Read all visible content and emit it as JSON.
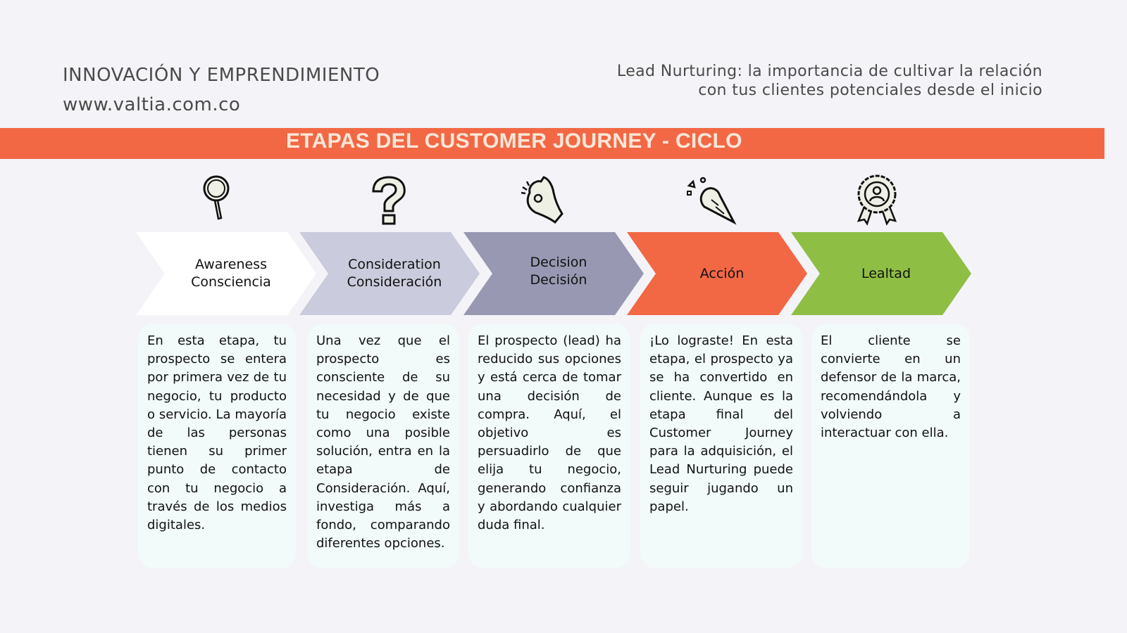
{
  "header": {
    "org": "INNOVACIÓN Y EMPRENDIMIENTO",
    "website": "www.valtia.com.co",
    "subtitle_line1": "Lead Nurturing: la importancia de cultivar la relación",
    "subtitle_line2": "con tus clientes potenciales desde el inicio"
  },
  "banner": {
    "title": "ETAPAS DEL CUSTOMER JOURNEY - CICLO"
  },
  "colors": {
    "orange": "#f26845",
    "green": "#8fbe45",
    "lavender": "#cacbdc",
    "slate": "#9898b3"
  },
  "stages": [
    {
      "icon": "magnifier-icon",
      "line1": "Awareness",
      "line2": "Consciencia",
      "text": "En esta etapa, tu prospecto se entera por primera vez de tu negocio, tu producto o servicio. La mayoría de las personas tienen su primer punto de contacto con tu negocio a través de los medios digitales."
    },
    {
      "icon": "question-mark-icon",
      "line1": "Consideration",
      "line2": "Consideración",
      "text": "Una vez que el prospecto es consciente de su necesidad y de que tu negocio existe como una posible solución, entra en la etapa de Consideración. Aquí, investiga más a fondo, comparando diferentes opciones."
    },
    {
      "icon": "ok-hand-icon",
      "line1": "Decision",
      "line2": "Decisión",
      "text": "El prospecto (lead) ha reducido sus opciones y está cerca de tomar una decisión de compra. Aquí, el objetivo es persuadirlo de que elija tu negocio, generando confianza y abordando cualquier duda final."
    },
    {
      "icon": "party-popper-icon",
      "line1": "Acción",
      "line2": "",
      "text": "¡Lo lograste! En esta etapa, el prospecto ya se ha convertido en cliente. Aunque es la etapa final del Customer Journey para la adquisición, el Lead Nurturing puede seguir jugando un papel."
    },
    {
      "icon": "award-badge-icon",
      "line1": "Lealtad",
      "line2": "",
      "text": "El cliente se convierte en un defensor de la marca, recomendándola y volviendo a interactuar con ella."
    }
  ]
}
